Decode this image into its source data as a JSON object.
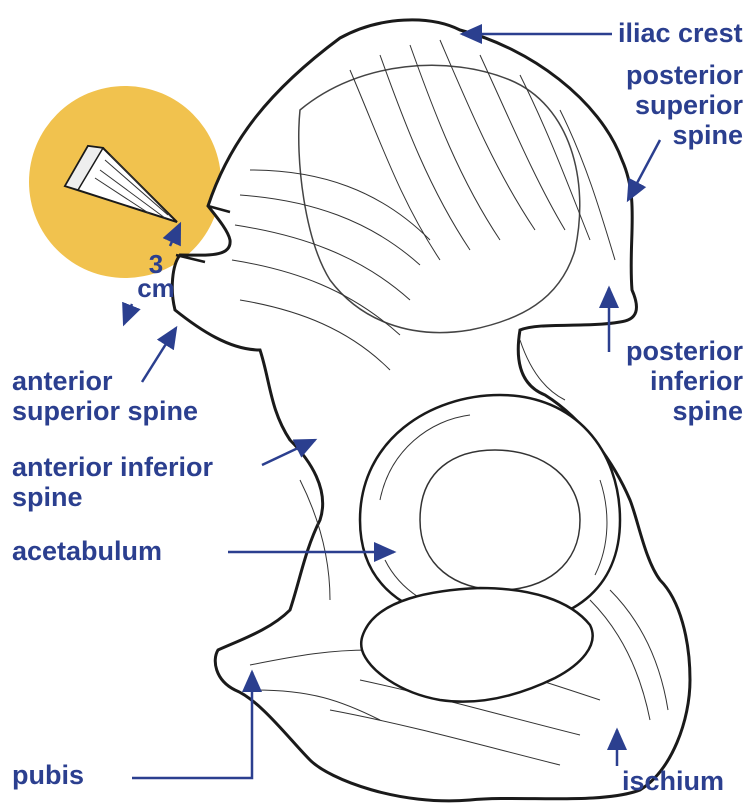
{
  "colors": {
    "label": "#2b3f8f",
    "highlight_disc": "#f1c24e",
    "bone_outline": "#1a1a1a",
    "bone_fill": "#ffffff"
  },
  "labels": {
    "iliac_crest": "iliac crest",
    "posterior_superior_spine": [
      "posterior",
      "superior",
      "spine"
    ],
    "posterior_inferior_spine": [
      "posterior",
      "inferior",
      "spine"
    ],
    "anterior_superior_spine": [
      "anterior",
      "superior spine"
    ],
    "anterior_inferior_spine": [
      "anterior inferior",
      "spine"
    ],
    "acetabulum": "acetabulum",
    "pubis": "pubis",
    "ischium": "ischium",
    "measurement_value": "3",
    "measurement_unit": "cm"
  }
}
